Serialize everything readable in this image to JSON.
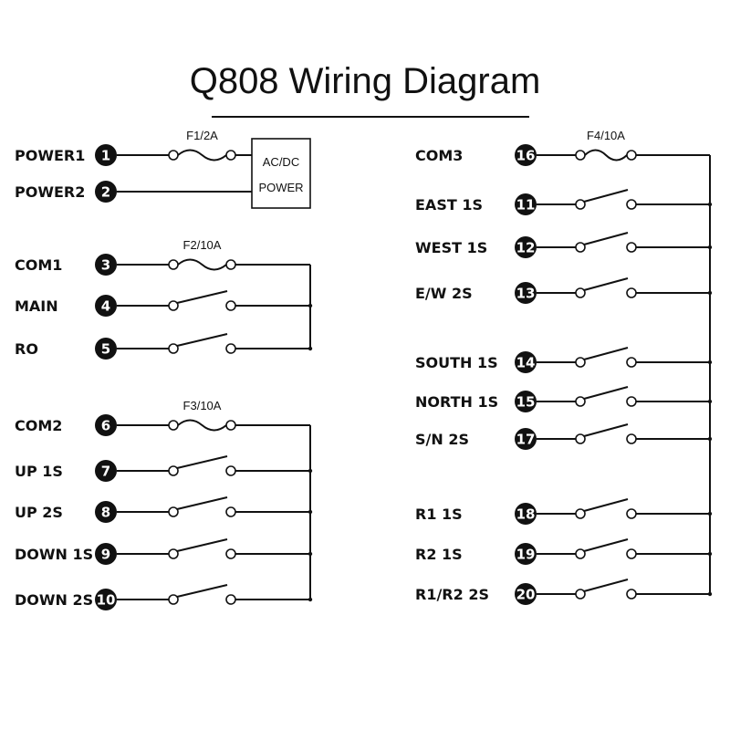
{
  "title": "Q808 Wiring Diagram",
  "power_box": {
    "line1": "AC/DC",
    "line2": "POWER"
  },
  "groups": [
    {
      "fuse": "F1/2A",
      "common_bus": false,
      "rows": [
        {
          "label": "POWER1",
          "number": "1",
          "kind": "fuse"
        },
        {
          "label": "POWER2",
          "number": "2",
          "kind": "line"
        }
      ]
    },
    {
      "fuse": "F2/10A",
      "common_bus": true,
      "rows": [
        {
          "label": "COM1",
          "number": "3",
          "kind": "fuse"
        },
        {
          "label": "MAIN",
          "number": "4",
          "kind": "switch"
        },
        {
          "label": "RO",
          "number": "5",
          "kind": "switch"
        }
      ]
    },
    {
      "fuse": "F3/10A",
      "common_bus": true,
      "rows": [
        {
          "label": "COM2",
          "number": "6",
          "kind": "fuse"
        },
        {
          "label": "UP 1S",
          "number": "7",
          "kind": "switch"
        },
        {
          "label": "UP 2S",
          "number": "8",
          "kind": "switch"
        },
        {
          "label": "DOWN 1S",
          "number": "9",
          "kind": "switch"
        },
        {
          "label": "DOWN 2S",
          "number": "10",
          "kind": "switch"
        }
      ]
    },
    {
      "fuse": "F4/10A",
      "common_bus": true,
      "rows": [
        {
          "label": "COM3",
          "number": "16",
          "kind": "fuse"
        },
        {
          "label": "EAST 1S",
          "number": "11",
          "kind": "switch"
        },
        {
          "label": "WEST 1S",
          "number": "12",
          "kind": "switch"
        },
        {
          "label": "E/W 2S",
          "number": "13",
          "kind": "switch"
        },
        {
          "label": "SOUTH 1S",
          "number": "14",
          "kind": "switch"
        },
        {
          "label": "NORTH 1S",
          "number": "15",
          "kind": "switch"
        },
        {
          "label": "S/N 2S",
          "number": "17",
          "kind": "switch"
        },
        {
          "label": "R1 1S",
          "number": "18",
          "kind": "switch"
        },
        {
          "label": "R2 1S",
          "number": "19",
          "kind": "switch"
        },
        {
          "label": "R1/R2 2S",
          "number": "20",
          "kind": "switch"
        }
      ]
    }
  ]
}
